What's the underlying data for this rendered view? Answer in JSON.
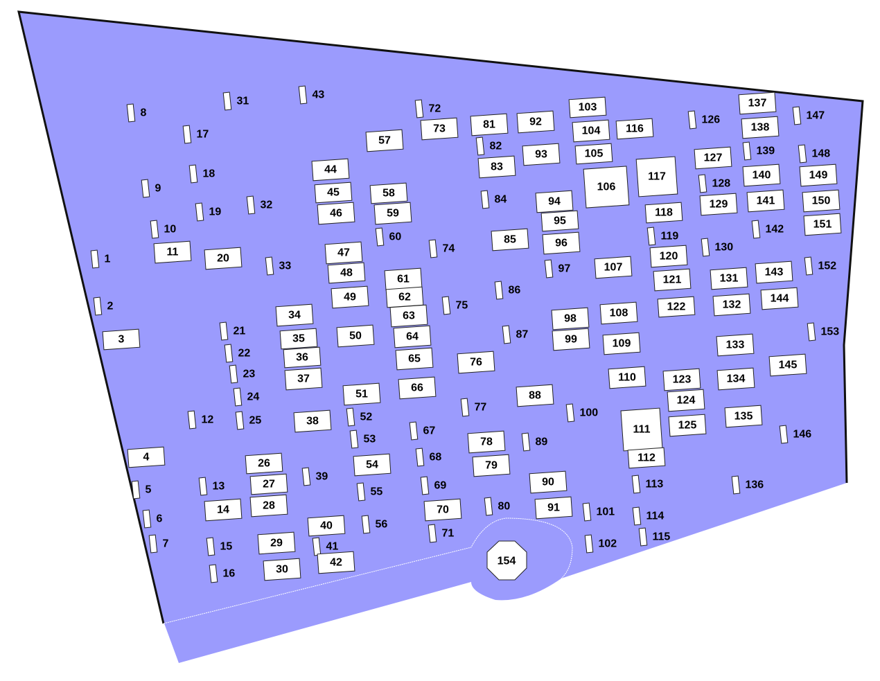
{
  "map": {
    "colors": {
      "ground": "#9b9bfd",
      "border": "#111111",
      "plot_fill": "#ffffff",
      "plot_stroke": "#222222",
      "path_line": "#ffffff"
    },
    "center_plot": "154",
    "plots": [
      "1",
      "2",
      "3",
      "4",
      "5",
      "6",
      "7",
      "8",
      "9",
      "10",
      "11",
      "12",
      "13",
      "14",
      "15",
      "16",
      "17",
      "18",
      "19",
      "20",
      "21",
      "22",
      "23",
      "24",
      "25",
      "26",
      "27",
      "28",
      "29",
      "30",
      "31",
      "32",
      "33",
      "34",
      "35",
      "36",
      "37",
      "38",
      "39",
      "40",
      "41",
      "42",
      "43",
      "44",
      "45",
      "46",
      "47",
      "48",
      "49",
      "50",
      "51",
      "52",
      "53",
      "54",
      "55",
      "56",
      "57",
      "58",
      "59",
      "60",
      "61",
      "62",
      "63",
      "64",
      "65",
      "66",
      "67",
      "68",
      "69",
      "70",
      "71",
      "72",
      "73",
      "74",
      "75",
      "76",
      "77",
      "78",
      "79",
      "80",
      "81",
      "82",
      "83",
      "84",
      "85",
      "86",
      "87",
      "88",
      "89",
      "90",
      "91",
      "92",
      "93",
      "94",
      "95",
      "96",
      "97",
      "98",
      "99",
      "100",
      "101",
      "102",
      "103",
      "104",
      "105",
      "106",
      "107",
      "108",
      "109",
      "110",
      "111",
      "112",
      "113",
      "114",
      "115",
      "116",
      "117",
      "118",
      "119",
      "120",
      "121",
      "122",
      "123",
      "124",
      "125",
      "126",
      "127",
      "128",
      "129",
      "130",
      "131",
      "132",
      "133",
      "134",
      "135",
      "136",
      "137",
      "138",
      "139",
      "140",
      "141",
      "142",
      "143",
      "144",
      "145",
      "146",
      "147",
      "148",
      "149",
      "150",
      "151",
      "152",
      "153"
    ]
  }
}
